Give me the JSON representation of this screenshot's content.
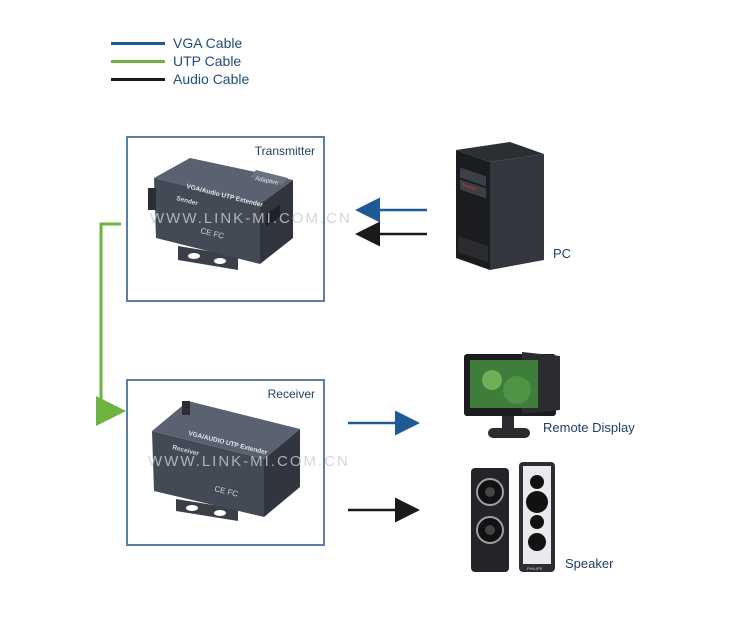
{
  "legend": [
    {
      "label": "VGA Cable",
      "color": "#1f5a96"
    },
    {
      "label": "UTP Cable",
      "color": "#6db33f"
    },
    {
      "label": "Audio Cable",
      "color": "#1a1a1a"
    }
  ],
  "transmitter": {
    "title": "Transmitter",
    "device_badge": "Adaptive",
    "device_text": "VGA/Audio UTP Extender",
    "device_role": "Sender"
  },
  "receiver": {
    "title": "Receiver",
    "device_text": "VGA/AUDIO UTP Extender",
    "device_role": "Receiver"
  },
  "devices": {
    "pc": "PC",
    "display": "Remote Display",
    "speaker": "Speaker",
    "pc_brand": "lenovo",
    "speaker_brand": "PHILIPS"
  },
  "watermark": "WWW.LINK-MI.COM.CN",
  "certs": "CE FC"
}
